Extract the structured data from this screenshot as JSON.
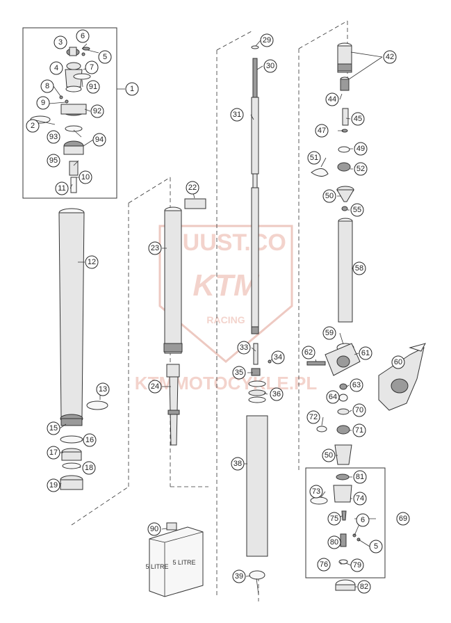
{
  "watermark": {
    "top_text": "BUUST.CO",
    "brand_text": "KTM",
    "sub_text": "RACING",
    "bottom_text": "KTMMOTOCYKLE.PL"
  },
  "oil_can": {
    "label_front": "5 LITRE",
    "label_side": "5 LITRE"
  },
  "callouts": {
    "c1": "1",
    "c2": "2",
    "c3": "3",
    "c4": "4",
    "c5a": "5",
    "c6a": "6",
    "c7": "7",
    "c8": "8",
    "c9": "9",
    "c10": "10",
    "c11": "11",
    "c12": "12",
    "c13": "13",
    "c15": "15",
    "c16": "16",
    "c17": "17",
    "c18": "18",
    "c19": "19",
    "c22": "22",
    "c23": "23",
    "c24": "24",
    "c29": "29",
    "c30": "30",
    "c31": "31",
    "c33": "33",
    "c34": "34",
    "c35": "35",
    "c36": "36",
    "c38": "38",
    "c39": "39",
    "c42": "42",
    "c44": "44",
    "c45": "45",
    "c47": "47",
    "c49": "49",
    "c50a": "50",
    "c50b": "50",
    "c51": "51",
    "c52": "52",
    "c55": "55",
    "c58": "58",
    "c59": "59",
    "c60": "60",
    "c61": "61",
    "c62": "62",
    "c63": "63",
    "c64": "64",
    "c69": "69",
    "c70": "70",
    "c71": "71",
    "c72": "72",
    "c73": "73",
    "c74": "74",
    "c75": "75",
    "c5b": "5",
    "c6b": "6",
    "c76": "76",
    "c79": "79",
    "c80": "80",
    "c81": "81",
    "c82": "82",
    "c90": "90",
    "c91": "91",
    "c92": "92",
    "c93": "93",
    "c94": "94",
    "c95": "95"
  }
}
